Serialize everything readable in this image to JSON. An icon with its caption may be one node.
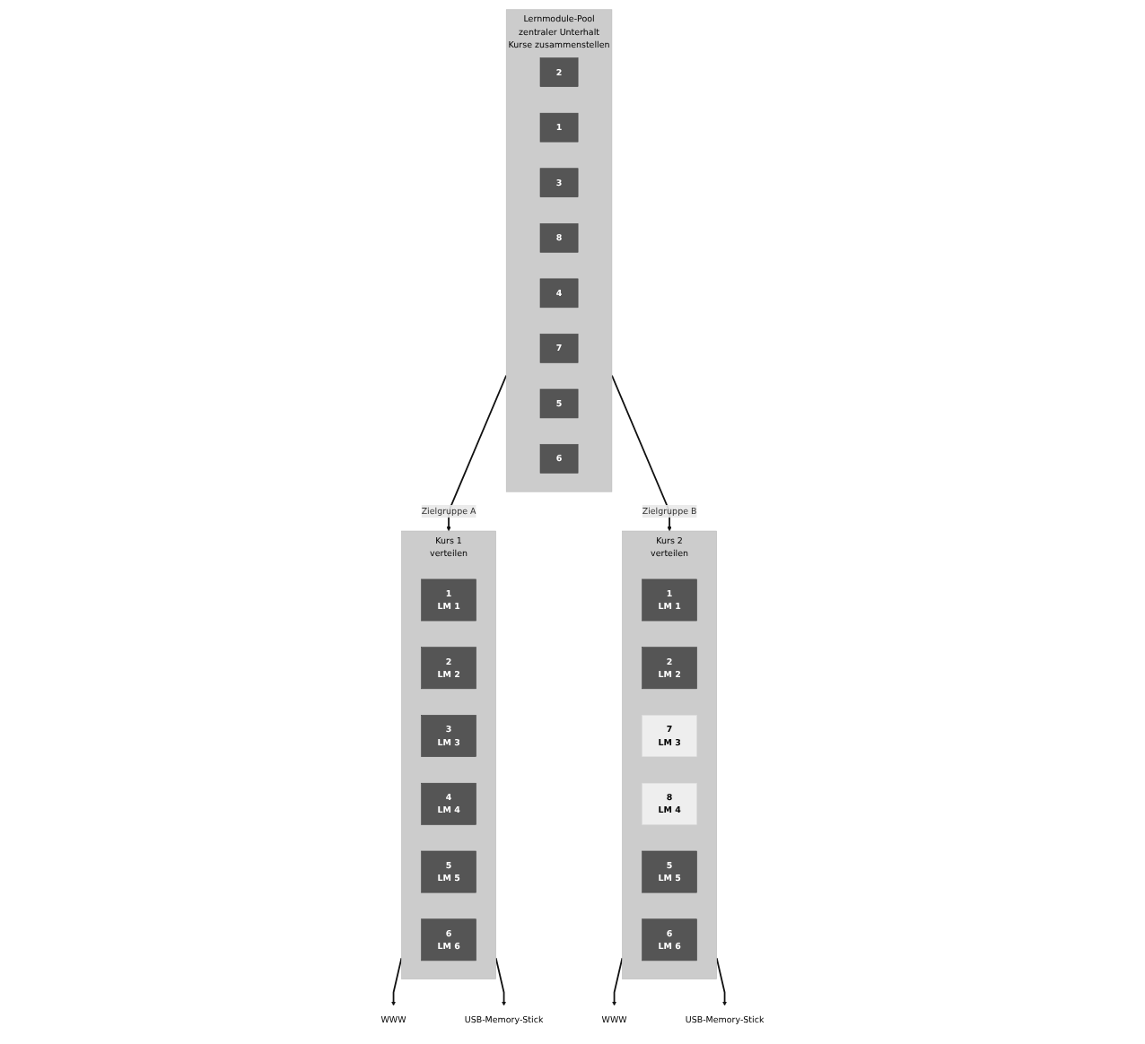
{
  "diagram": {
    "nodes": [
      {
        "text": [
          "Lernmodule-Pool",
          "zentraler Unterhalt"
        ],
        "beside": [
          "Kurse zusammenstellen"
        ]
      },
      {
        "text": [
          "2"
        ],
        "in": 0
      },
      {
        "text": [
          "1"
        ],
        "in": 0
      },
      {
        "text": [
          "3"
        ],
        "in": 0
      },
      {
        "text": [
          "8"
        ],
        "in": 0
      },
      {
        "text": [
          "4"
        ],
        "in": 0
      },
      {
        "text": [
          "7"
        ],
        "in": 0
      },
      {
        "text": [
          "5"
        ],
        "in": 0
      },
      {
        "text": [
          "6"
        ],
        "in": 0
      },
      {
        "text": [
          "Kurs 1"
        ],
        "beside": [
          "verteilen"
        ]
      },
      {
        "text": [
          "1",
          "LM 1"
        ],
        "in": 9
      },
      {
        "text": [
          "2",
          "LM 2"
        ],
        "in": 9
      },
      {
        "text": [
          "3",
          "LM 3"
        ],
        "in": 9
      },
      {
        "text": [
          "4",
          "LM 4"
        ],
        "in": 9
      },
      {
        "text": [
          "5",
          "LM 5"
        ],
        "in": 9
      },
      {
        "text": [
          "6",
          "LM 6"
        ],
        "in": 9
      },
      {
        "text": [
          "Kurs 2"
        ],
        "beside": [
          "verteilen"
        ]
      },
      {
        "text": [
          "1",
          "LM 1"
        ],
        "in": 16
      },
      {
        "text": [
          "2",
          "LM 2"
        ],
        "in": 16
      },
      {
        "text": [
          "7",
          "LM 3"
        ],
        "in": 16
      },
      {
        "text": [
          "8",
          "LM 4"
        ],
        "in": 16
      },
      {
        "text": [
          "5",
          "LM 5"
        ],
        "in": 16
      },
      {
        "text": [
          "6",
          "LM 6"
        ],
        "in": 16
      },
      {
        "text": [
          "WWW"
        ]
      },
      {
        "text": [
          "USB-Memory-Stick"
        ]
      },
      {
        "text": [
          "WWW"
        ]
      },
      {
        "text": [
          "USB-Memory-Stick"
        ]
      }
    ],
    "edges": [
      {
        "from": 0,
        "to": 9,
        "arrow": "to",
        "label": "Zielgruppe A"
      },
      {
        "from": 0,
        "to": 16,
        "arrow": "to",
        "label": "Zielgruppe B"
      },
      {
        "from": 9,
        "to": 23,
        "arrow": "to"
      },
      {
        "from": 9,
        "to": 24,
        "arrow": "to"
      },
      {
        "from": 16,
        "to": 25,
        "arrow": "to"
      },
      {
        "from": 16,
        "to": 26,
        "arrow": "to"
      }
    ]
  }
}
